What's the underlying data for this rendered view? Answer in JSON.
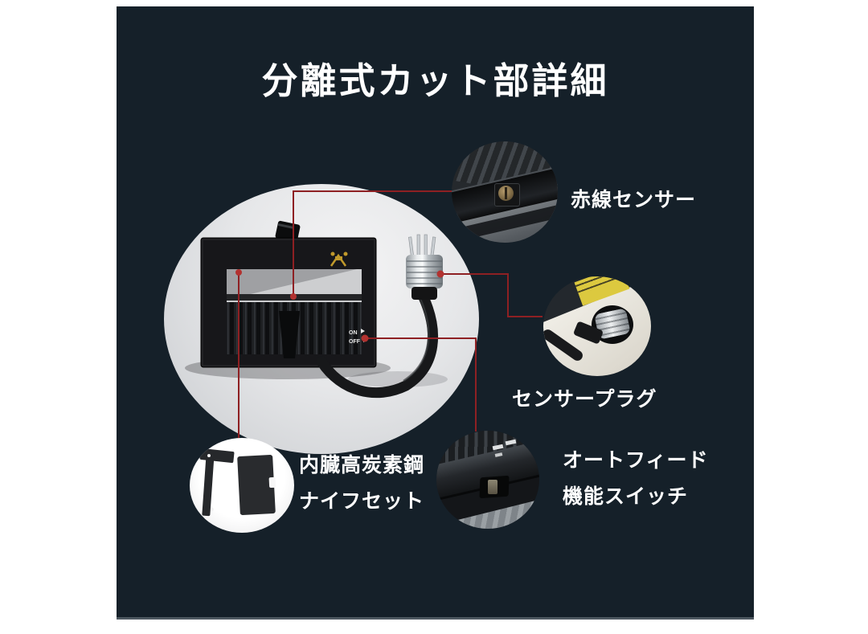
{
  "title": "分離式カット部詳細",
  "callouts": {
    "sensor": {
      "label": "赤線センサー"
    },
    "plug": {
      "label": "センサープラグ"
    },
    "autofeed": {
      "label_line1": "オートフィード",
      "label_line2": "機能スイッチ"
    },
    "knife": {
      "label_line1": "内臓高炭素鋼",
      "label_line2": "ナイフセット"
    }
  },
  "device_marks": {
    "on": "ON",
    "off": "OFF"
  },
  "colors": {
    "page_background": "#ffffff",
    "panel_background": "#152029",
    "callout_line": "#8e2023",
    "callout_dot": "#b23230",
    "label_text": "#ffffff",
    "stage_ellipse": "#e6e7e9",
    "emblem_yellow": "#c0992b",
    "warning_label_yellow": "#dcc93f"
  }
}
